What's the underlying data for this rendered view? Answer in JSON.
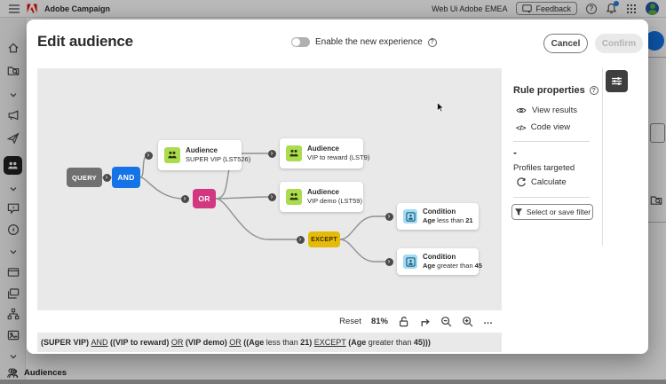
{
  "topbar": {
    "app_name": "Adobe Campaign",
    "env_label": "Web Ui Adobe EMEA",
    "feedback_label": "Feedback"
  },
  "rail": {
    "bottom_section_label": "Audiences"
  },
  "modal": {
    "title": "Edit audience",
    "experience_toggle_label": "Enable the new experience",
    "cancel_label": "Cancel",
    "confirm_label": "Confirm"
  },
  "canvas": {
    "query_label": "QUERY",
    "and_label": "AND",
    "or_label": "OR",
    "except_label": "EXCEPT",
    "audience_cards": [
      {
        "title": "Audience",
        "subtitle": "SUPER VIP (LST526)"
      },
      {
        "title": "Audience",
        "subtitle": "VIP to reward (LST9)"
      },
      {
        "title": "Audience",
        "subtitle": "VIP demo (LST59)"
      }
    ],
    "condition_cards": [
      {
        "title": "Condition",
        "field": "Age",
        "operator": "less than",
        "value": "21"
      },
      {
        "title": "Condition",
        "field": "Age",
        "operator": "greater than",
        "value": "45"
      }
    ],
    "toolbar": {
      "reset_label": "Reset",
      "zoom_level": "81%",
      "more_label": "…"
    }
  },
  "formula": {
    "segments": [
      {
        "text": "(SUPER VIP) "
      },
      {
        "text": "AND"
      },
      {
        "text": " ((VIP to reward) "
      },
      {
        "text": "OR"
      },
      {
        "text": " (VIP demo) "
      },
      {
        "text": "OR"
      },
      {
        "text": " ((Age"
      },
      {
        "text": " less than "
      },
      {
        "text": "21) "
      },
      {
        "text": "EXCEPT"
      },
      {
        "text": " (Age"
      },
      {
        "text": " greater than "
      },
      {
        "text": "45)))"
      }
    ]
  },
  "rule_panel": {
    "title": "Rule properties",
    "view_results_label": "View results",
    "code_view_label": "Code view",
    "code_glyph": "</>",
    "profiles_value": "-",
    "profiles_label": "Profiles targeted",
    "calculate_label": "Calculate",
    "filter_button_label": "Select or save filter"
  },
  "colors": {
    "accent_blue": "#1473e6",
    "or_magenta": "#d23780",
    "except_yellow": "#e5bb09",
    "query_gray": "#707070",
    "audience_icon_green": "#abdb4e",
    "condition_icon_blue": "#9fdcf2"
  }
}
